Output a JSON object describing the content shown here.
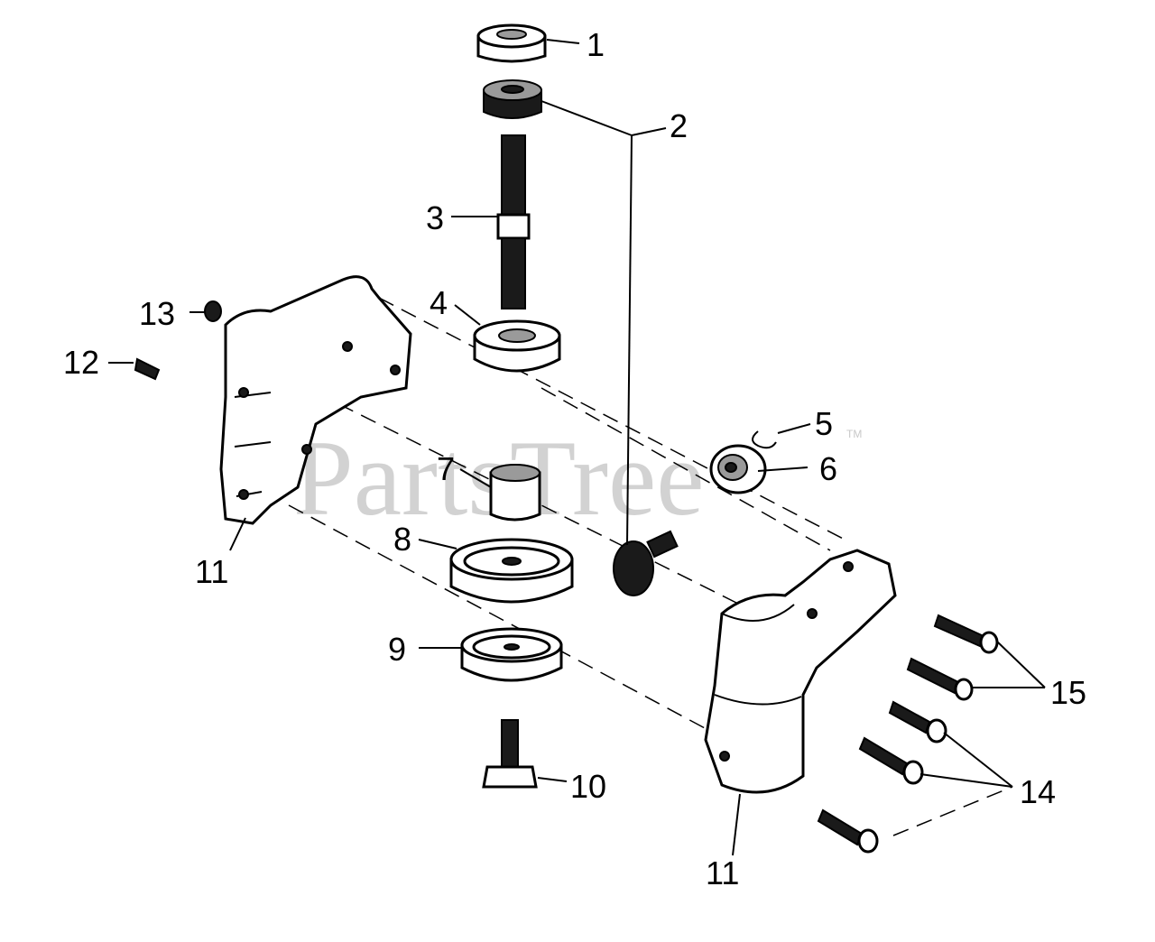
{
  "watermark": {
    "text": "PartsTree",
    "trademark": "TM"
  },
  "callouts": [
    "1",
    "2",
    "3",
    "4",
    "5",
    "6",
    "7",
    "8",
    "9",
    "10",
    "11",
    "11",
    "12",
    "13",
    "14",
    "15"
  ]
}
